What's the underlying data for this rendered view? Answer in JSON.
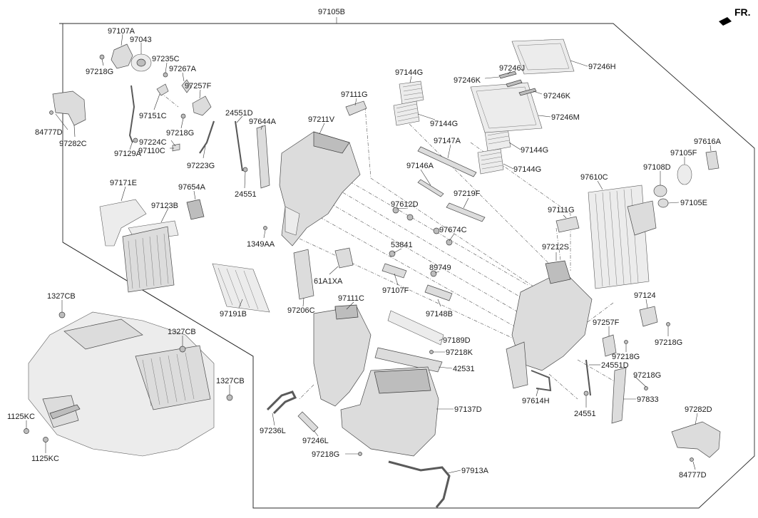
{
  "diagram": {
    "direction_marker": "FR.",
    "labels": {
      "l97105B": "97105B",
      "l97107A": "97107A",
      "l97043": "97043",
      "l97218G_a": "97218G",
      "l97235C": "97235C",
      "l97267A": "97267A",
      "l97257F_a": "97257F",
      "l97151C": "97151C",
      "l97218G_b": "97218G",
      "l97224C": "97224C",
      "l97110C": "97110C",
      "l97129A": "97129A",
      "l97223G": "97223G",
      "l84777D_a": "84777D",
      "l97282C": "97282C",
      "l24551D_a": "24551D",
      "l97644A": "97644A",
      "l24551_a": "24551",
      "l97111G_a": "97111G",
      "l97211V": "97211V",
      "l97144G_a": "97144G",
      "l97144G_b": "97144G",
      "l97246K_a": "97246K",
      "l97246J": "97246J",
      "l97246K_b": "97246K",
      "l97246H": "97246H",
      "l97246M": "97246M",
      "l97147A": "97147A",
      "l97144G_c": "97144G",
      "l97144G_d": "97144G",
      "l97146A": "97146A",
      "l97219F": "97219F",
      "l97616A": "97616A",
      "l97105F": "97105F",
      "l97108D": "97108D",
      "l97105E": "97105E",
      "l97610C": "97610C",
      "l97171E": "97171E",
      "l97654A": "97654A",
      "l97123B": "97123B",
      "l1349AA": "1349AA",
      "l97612D": "97612D",
      "l97674C": "97674C",
      "l97111G_b": "97111G",
      "l97212S": "97212S",
      "l53841": "53841",
      "l61A1XA": "61A1XA",
      "l89749": "89749",
      "l97107F": "97107F",
      "l97148B": "97148B",
      "l97191B": "97191B",
      "l97206C": "97206C",
      "l97111C": "97111C",
      "l97124": "97124",
      "l97257F_b": "97257F",
      "l97218G_c": "97218G",
      "l97218G_d": "97218G",
      "l24551D_b": "24551D",
      "l97218G_e": "97218G",
      "l97833": "97833",
      "l97614H": "97614H",
      "l24551_b": "24551",
      "l97189D": "97189D",
      "l97218K": "97218K",
      "l42531": "42531",
      "l97137D": "97137D",
      "l97236L": "97236L",
      "l97246L": "97246L",
      "l97218G_f": "97218G",
      "l97913A": "97913A",
      "l97282D": "97282D",
      "l84777D_b": "84777D",
      "l1327CB_a": "1327CB",
      "l1327CB_b": "1327CB",
      "l1327CB_c": "1327CB",
      "l1125KC_a": "1125KC",
      "l1125KC_b": "1125KC"
    }
  }
}
